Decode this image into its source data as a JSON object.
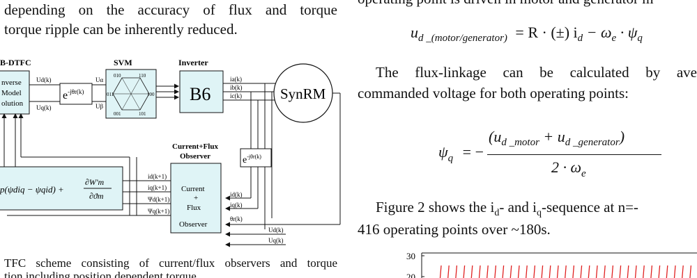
{
  "left_text": {
    "line1": "depending on the accuracy of flux and torque",
    "line2": "torque ripple can be inherently reduced."
  },
  "diagram": {
    "labels": {
      "dtfc": "B-DTFC",
      "svm": "SVM",
      "inverter": "Inverter",
      "inverse_model": [
        "nverse",
        "Model",
        "olution"
      ],
      "ud_k": "Ud(k)",
      "uq_k": "Uq(k)",
      "rot1": "e",
      "rot1_exp": "-jθr(k)",
      "u_alpha": "Uα",
      "u_beta": "Uβ",
      "hex_codes": [
        "010",
        "110",
        "011",
        "100",
        "001",
        "101"
      ],
      "b6": "B6",
      "ia": "ia(k)",
      "ib": "ib(k)",
      "ic": "ic(k)",
      "synrm": "SynRM",
      "observer_title": [
        "Current+Flux",
        "Observer"
      ],
      "rot2": "e",
      "rot2_exp": "-jθr(k)",
      "obs_in": [
        "id(k+1)",
        "iq(k+1)",
        "Ψd(k+1)",
        "Ψq(k+1)"
      ],
      "observer_box": [
        "Current",
        "+",
        "Flux",
        "Observer"
      ],
      "obs_right": [
        "id(k)",
        "iq(k)",
        "θr(k)"
      ],
      "u_in": [
        "Ud(k)",
        "Uq(k)"
      ],
      "torque_eq": "p(ψdiq − ψqid) +",
      "torque_num": "∂W′m",
      "torque_den": "∂ϑm"
    }
  },
  "caption": {
    "line1": "TFC scheme consisting of current/flux observers and torque",
    "line2": "tion including position dependent torque"
  },
  "right_text": {
    "top_cut": "operating point is driven in motor and generator m",
    "eq1_lhs": "u",
    "eq1_lhs_sub": "d _(motor/generator)",
    "eq1_rhs": "= R · (±) i",
    "eq1_rhs_sub1": "d",
    "eq1_rhs_mid": " − ω",
    "eq1_rhs_sub2": "e",
    "eq1_rhs_end": " · ψ",
    "eq1_rhs_sub3": "q",
    "para2_line1": "The flux-linkage can be calculated by ave",
    "para2_line2": "commanded voltage for both operating points:",
    "eq2_lhs": "ψ",
    "eq2_lhs_sub": "q",
    "eq2_eq": "= −",
    "eq2_num": "(u",
    "eq2_num_sub1": "d _motor",
    "eq2_num_plus": " + u",
    "eq2_num_sub2": "d _generator",
    "eq2_num_close": ")",
    "eq2_den": "2 · ω",
    "eq2_den_sub": "e",
    "para3_line1_a": "Figure 2 shows the i",
    "para3_sub1": "d",
    "para3_line1_b": "- and i",
    "para3_sub2": "q",
    "para3_line1_c": "-sequence at n=-",
    "para3_line2": "416 operating points over ~180s."
  },
  "chart_data": {
    "type": "line",
    "yticks": [
      "30",
      "20"
    ],
    "series_color": "#e02020"
  }
}
